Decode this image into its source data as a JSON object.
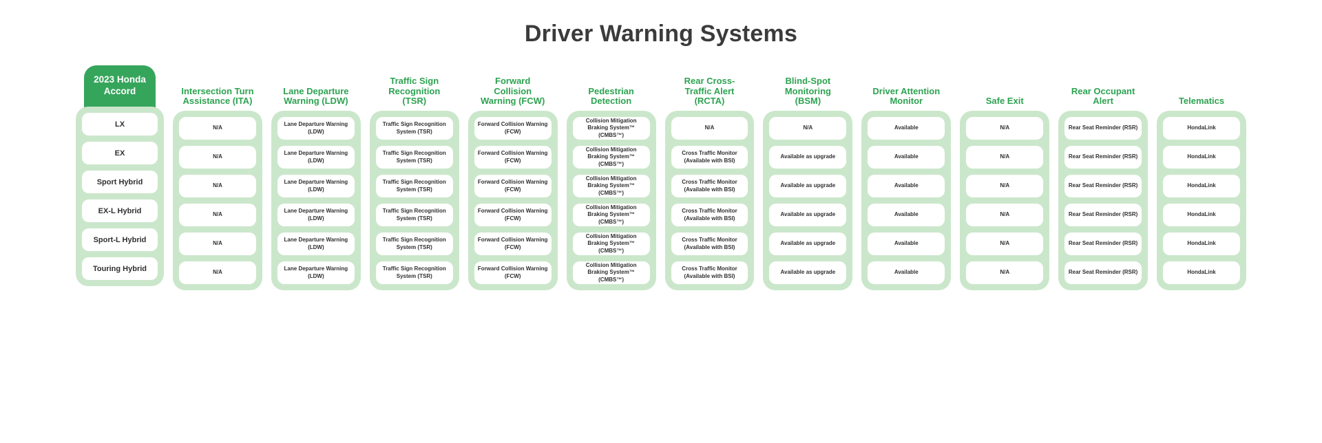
{
  "title": "Driver Warning Systems",
  "vehicle_badge": "2023 Honda Accord",
  "colors": {
    "header_green": "#2ca350",
    "badge_green": "#36a55c",
    "column_background": "#cbe7cb",
    "cell_background": "#ffffff",
    "title_color": "#3b3b3b"
  },
  "trims": [
    "LX",
    "EX",
    "Sport Hybrid",
    "EX-L Hybrid",
    "Sport-L Hybrid",
    "Touring Hybrid"
  ],
  "features": [
    {
      "label": "Intersection Turn Assistance (ITA)",
      "values": [
        "N/A",
        "N/A",
        "N/A",
        "N/A",
        "N/A",
        "N/A"
      ]
    },
    {
      "label": "Lane Departure Warning (LDW)",
      "values": [
        "Lane Departure Warning (LDW)",
        "Lane Departure Warning (LDW)",
        "Lane Departure Warning (LDW)",
        "Lane Departure Warning (LDW)",
        "Lane Departure Warning (LDW)",
        "Lane Departure Warning (LDW)"
      ]
    },
    {
      "label": "Traffic Sign Recognition (TSR)",
      "values": [
        "Traffic Sign Recognition System (TSR)",
        "Traffic Sign Recognition System (TSR)",
        "Traffic Sign Recognition System (TSR)",
        "Traffic Sign Recognition System (TSR)",
        "Traffic Sign Recognition System (TSR)",
        "Traffic Sign Recognition System (TSR)"
      ]
    },
    {
      "label": "Forward Collision Warning (FCW)",
      "values": [
        "Forward Collision Warning (FCW)",
        "Forward Collision Warning (FCW)",
        "Forward Collision Warning (FCW)",
        "Forward Collision Warning (FCW)",
        "Forward Collision Warning (FCW)",
        "Forward Collision Warning (FCW)"
      ]
    },
    {
      "label": "Pedestrian Detection",
      "values": [
        "Collision Mitigation Braking System™ (CMBS™)",
        "Collision Mitigation Braking System™ (CMBS™)",
        "Collision Mitigation Braking System™ (CMBS™)",
        "Collision Mitigation Braking System™ (CMBS™)",
        "Collision Mitigation Braking System™ (CMBS™)",
        "Collision Mitigation Braking System™ (CMBS™)"
      ]
    },
    {
      "label": "Rear Cross-Traffic Alert (RCTA)",
      "values": [
        "N/A",
        "Cross Traffic Monitor (Available with BSI)",
        "Cross Traffic Monitor (Available with BSI)",
        "Cross Traffic Monitor (Available with BSI)",
        "Cross Traffic Monitor (Available with BSI)",
        "Cross Traffic Monitor (Available with BSI)"
      ]
    },
    {
      "label": "Blind-Spot Monitoring (BSM)",
      "values": [
        "N/A",
        "Available as upgrade",
        "Available as upgrade",
        "Available as upgrade",
        "Available as upgrade",
        "Available as upgrade"
      ]
    },
    {
      "label": "Driver Attention Monitor",
      "values": [
        "Available",
        "Available",
        "Available",
        "Available",
        "Available",
        "Available"
      ]
    },
    {
      "label": "Safe Exit",
      "values": [
        "N/A",
        "N/A",
        "N/A",
        "N/A",
        "N/A",
        "N/A"
      ]
    },
    {
      "label": "Rear Occupant Alert",
      "values": [
        "Rear Seat Reminder (RSR)",
        "Rear Seat Reminder (RSR)",
        "Rear Seat Reminder (RSR)",
        "Rear Seat Reminder (RSR)",
        "Rear Seat Reminder (RSR)",
        "Rear Seat Reminder (RSR)"
      ]
    },
    {
      "label": "Telematics",
      "values": [
        "HondaLink",
        "HondaLink",
        "HondaLink",
        "HondaLink",
        "HondaLink",
        "HondaLink"
      ]
    }
  ],
  "chart_data": {
    "type": "table",
    "title": "Driver Warning Systems",
    "columns": [
      "2023 Honda Accord",
      "Intersection Turn Assistance (ITA)",
      "Lane Departure Warning (LDW)",
      "Traffic Sign Recognition (TSR)",
      "Forward Collision Warning (FCW)",
      "Pedestrian Detection",
      "Rear Cross-Traffic Alert (RCTA)",
      "Blind-Spot Monitoring (BSM)",
      "Driver Attention Monitor",
      "Safe Exit",
      "Rear Occupant Alert",
      "Telematics"
    ],
    "rows": [
      [
        "LX",
        "N/A",
        "Lane Departure Warning (LDW)",
        "Traffic Sign Recognition System (TSR)",
        "Forward Collision Warning (FCW)",
        "Collision Mitigation Braking System™ (CMBS™)",
        "N/A",
        "N/A",
        "Available",
        "N/A",
        "Rear Seat Reminder (RSR)",
        "HondaLink"
      ],
      [
        "EX",
        "N/A",
        "Lane Departure Warning (LDW)",
        "Traffic Sign Recognition System (TSR)",
        "Forward Collision Warning (FCW)",
        "Collision Mitigation Braking System™ (CMBS™)",
        "Cross Traffic Monitor (Available with BSI)",
        "Available as upgrade",
        "Available",
        "N/A",
        "Rear Seat Reminder (RSR)",
        "HondaLink"
      ],
      [
        "Sport Hybrid",
        "N/A",
        "Lane Departure Warning (LDW)",
        "Traffic Sign Recognition System (TSR)",
        "Forward Collision Warning (FCW)",
        "Collision Mitigation Braking System™ (CMBS™)",
        "Cross Traffic Monitor (Available with BSI)",
        "Available as upgrade",
        "Available",
        "N/A",
        "Rear Seat Reminder (RSR)",
        "HondaLink"
      ],
      [
        "EX-L Hybrid",
        "N/A",
        "Lane Departure Warning (LDW)",
        "Traffic Sign Recognition System (TSR)",
        "Forward Collision Warning (FCW)",
        "Collision Mitigation Braking System™ (CMBS™)",
        "Cross Traffic Monitor (Available with BSI)",
        "Available as upgrade",
        "Available",
        "N/A",
        "Rear Seat Reminder (RSR)",
        "HondaLink"
      ],
      [
        "Sport-L Hybrid",
        "N/A",
        "Lane Departure Warning (LDW)",
        "Traffic Sign Recognition System (TSR)",
        "Forward Collision Warning (FCW)",
        "Collision Mitigation Braking System™ (CMBS™)",
        "Cross Traffic Monitor (Available with BSI)",
        "Available as upgrade",
        "Available",
        "N/A",
        "Rear Seat Reminder (RSR)",
        "HondaLink"
      ],
      [
        "Touring Hybrid",
        "N/A",
        "Lane Departure Warning (LDW)",
        "Traffic Sign Recognition System (TSR)",
        "Forward Collision Warning (FCW)",
        "Collision Mitigation Braking System™ (CMBS™)",
        "Cross Traffic Monitor (Available with BSI)",
        "Available as upgrade",
        "Available",
        "N/A",
        "Rear Seat Reminder (RSR)",
        "HondaLink"
      ]
    ]
  }
}
